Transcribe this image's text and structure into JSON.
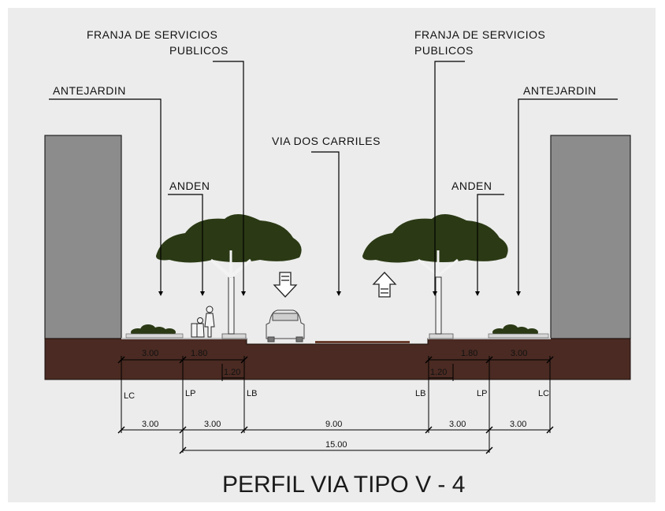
{
  "labels": {
    "franja_line1": "FRANJA DE SERVICIOS",
    "franja_line2": "PUBLICOS",
    "antejardin": "ANTEJARDIN",
    "anden": "ANDEN",
    "via": "VIA DOS CARRILES"
  },
  "dims": {
    "top_3": "3.00",
    "top_180": "1.80",
    "top_120": "1.20",
    "bot_3": "3.00",
    "bot_9": "9.00",
    "total": "15.00"
  },
  "marks": {
    "lc": "LC",
    "lp": "LP",
    "lb": "LB"
  },
  "title": "PERFIL VIA TIPO V - 4",
  "colors": {
    "ground": "#4a2a22",
    "building": "#8c8c8c",
    "tree": "#2b3a15",
    "background": "#ececec"
  }
}
